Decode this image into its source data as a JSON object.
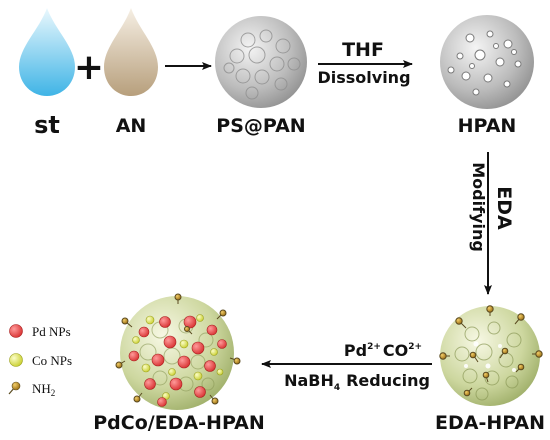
{
  "reactants": {
    "st": {
      "label": "st",
      "color": "#5cc3ec"
    },
    "an": {
      "label": "AN",
      "color": "#c7b08e"
    },
    "plus": "+"
  },
  "stages": {
    "ps_pan": {
      "label": "PS@PAN"
    },
    "hpan": {
      "label": "HPAN"
    },
    "eda_hpan": {
      "label": "EDA-HPAN"
    },
    "pdco_eda_hpan": {
      "label": "PdCo/EDA-HPAN"
    }
  },
  "steps": {
    "dissolve": {
      "reagent": "THF",
      "action": "Dissolving"
    },
    "modify": {
      "reagent": "EDA",
      "action": "Modifying"
    },
    "reduce": {
      "pd": "Pd",
      "pd_charge": "2+",
      "co": "CO",
      "co_charge": "2+",
      "nabh": "NaBH",
      "nabh_sub": "4",
      "action": "Reducing"
    }
  },
  "legend": {
    "pd": {
      "label": "Pd NPs",
      "color": "#e84d4d"
    },
    "co": {
      "label": "Co NPs",
      "color": "#e4e85a"
    },
    "nh2": {
      "label": "NH",
      "sub": "2",
      "color": "#c9981c"
    }
  },
  "colors": {
    "sphere_gray": "#b5b5b5",
    "sphere_green": "#c9d596",
    "arrow": "#111111"
  }
}
